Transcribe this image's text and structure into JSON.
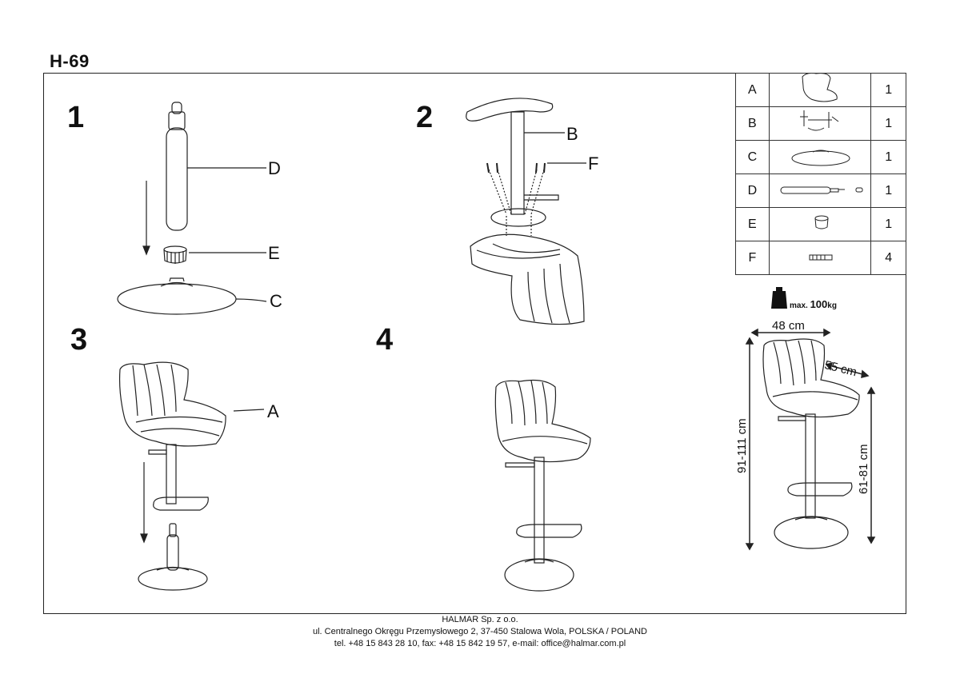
{
  "title": "H-69",
  "steps": [
    "1",
    "2",
    "3",
    "4"
  ],
  "callouts": {
    "D": "D",
    "E": "E",
    "C": "C",
    "B": "B",
    "F": "F",
    "A": "A"
  },
  "parts": [
    {
      "key": "A",
      "qty": "1",
      "icon": "seat-shell-icon"
    },
    {
      "key": "B",
      "qty": "1",
      "icon": "column-footrest-icon"
    },
    {
      "key": "C",
      "qty": "1",
      "icon": "round-base-icon"
    },
    {
      "key": "D",
      "qty": "1",
      "icon": "gas-lift-icon"
    },
    {
      "key": "E",
      "qty": "1",
      "icon": "bearing-ring-icon"
    },
    {
      "key": "F",
      "qty": "4",
      "icon": "screw-icon"
    }
  ],
  "load": {
    "prefix": "max.",
    "value": "100",
    "unit": "kg"
  },
  "dimensions": {
    "width": "48 cm",
    "depth": "55 cm",
    "total_height": "91-111 cm",
    "seat_height": "61-81 cm"
  },
  "footer": {
    "company": "HALMAR Sp. z o.o.",
    "address": "ul. Centralnego Okręgu Przemysłowego 2, 37-450 Stalowa Wola, POLSKA / POLAND",
    "contact": "tel. +48 15 843 28 10, fax: +48 15 842 19 57, e-mail: office@halmar.com.pl"
  }
}
